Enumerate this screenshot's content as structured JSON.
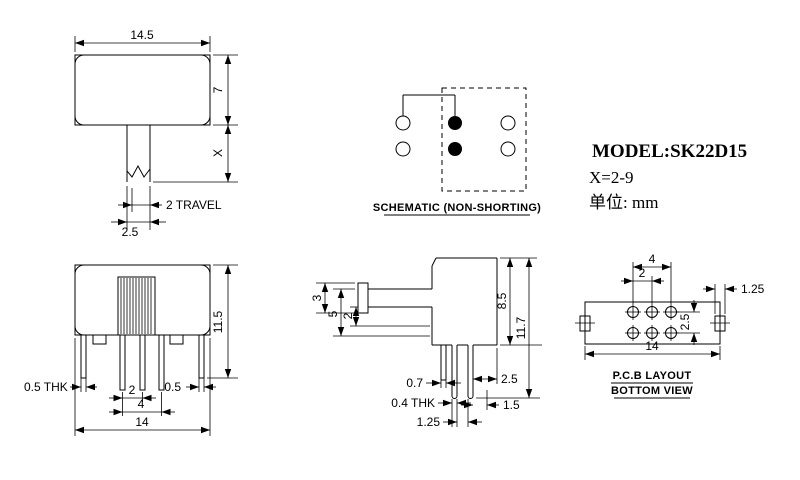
{
  "colors": {
    "ink": "#000000",
    "bg": "#ffffff"
  },
  "title_block": {
    "model": "MODEL:SK22D15",
    "x_range": "X=2-9",
    "unit": "单位: mm"
  },
  "top_view": {
    "dim_width": "14.5",
    "dim_height": "7",
    "dim_stem": "X",
    "dim_travel": "2 TRAVEL",
    "dim_stem_width": "2.5"
  },
  "schematic": {
    "caption": "SCHEMATIC (NON-SHORTING)"
  },
  "front_view": {
    "dim_height": "11.5",
    "dim_thickness_left": "0.5 THK",
    "dim_thickness_right": "0.5",
    "dim_pin_pitch": "2",
    "dim_pin_span": "4",
    "dim_width": "14"
  },
  "side_view": {
    "dim_cap": "3",
    "dim_stem_offset": "5",
    "dim_stem_height": "2",
    "dim_body_height": "8.5",
    "dim_total_height": "11.7",
    "dim_pin_gap": "0.7",
    "dim_edge_offset": "2.5",
    "dim_pin_thickness": "0.4 THK",
    "dim_pin_offset": "1.5",
    "dim_pin_pitch": "1.25"
  },
  "pcb_view": {
    "dim_hole_span": "4",
    "dim_hole_pitch": "2",
    "dim_slot_width": "1.25",
    "dim_row_pitch": "2.5",
    "dim_width": "14",
    "caption_line1": "P.C.B LAYOUT",
    "caption_line2": "BOTTOM VIEW"
  }
}
